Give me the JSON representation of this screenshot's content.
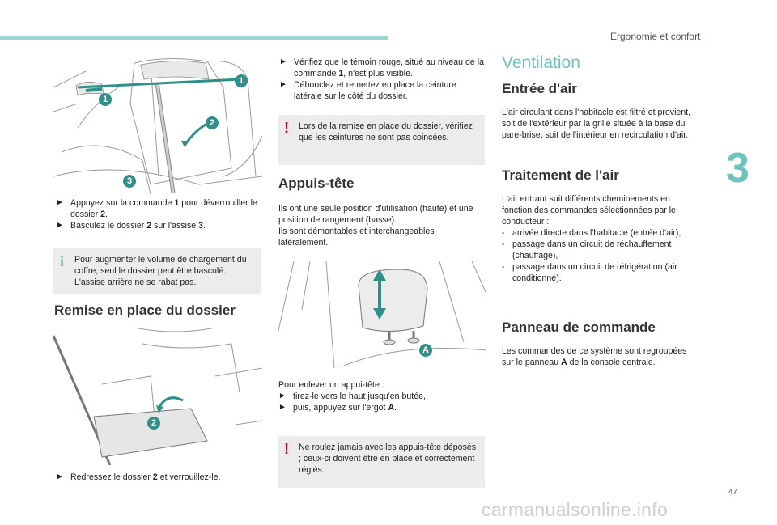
{
  "header": {
    "section": "Ergonomie et confort",
    "chapter": "3"
  },
  "footer": {
    "page": "47",
    "watermark": "carmanualsonline.info"
  },
  "col1": {
    "fig1_labels": [
      "1",
      "1",
      "2",
      "3"
    ],
    "bullets": [
      {
        "a": "Appuyez sur la commande ",
        "b": "1",
        "c": " pour déverrouiller le dossier ",
        "d": "2",
        "e": "."
      },
      {
        "a": "Basculez le dossier ",
        "b": "2",
        "c": " sur l'assise ",
        "d": "3",
        "e": "."
      }
    ],
    "note": "Pour augmenter le volume de chargement du coffre, seul le dossier peut être basculé. L'assise arrière ne se rabat pas.",
    "heading": "Remise en place du dossier",
    "fig2_label": "2",
    "bullet3": {
      "a": "Redressez le dossier ",
      "b": "2",
      "c": " et verrouillez-le."
    }
  },
  "col2": {
    "bullets": [
      {
        "a": "Vérifiez que le témoin rouge, situé au niveau de la commande ",
        "b": "1",
        "c": ", n'est plus visible."
      },
      {
        "a": "Débouclez et remettez en place la ceinture latérale sur le côté du dossier."
      }
    ],
    "warn1": "Lors de la remise en place du dossier, vérifiez que les ceintures ne sont pas coincées.",
    "heading": "Appuis-tête",
    "para1": "Ils ont une seule position d'utilisation (haute) et une position de rangement (basse).",
    "para2": "Ils sont démontables et interchangeables latéralement.",
    "fig_label": "A",
    "remove_intro": "Pour enlever un appui-tête :",
    "remove_bullets": [
      {
        "a": "tirez-le vers le haut jusqu'en butée,"
      },
      {
        "a": "puis, appuyez sur l'ergot ",
        "b": "A",
        "c": "."
      }
    ],
    "warn2": "Ne roulez jamais avec les appuis-tête déposés ; ceux-ci doivent être en place et correctement réglés."
  },
  "col3": {
    "title": "Ventilation",
    "h1": "Entrée d'air",
    "p1": "L'air circulant dans l'habitacle est filtré et provient, soit de l'extérieur par la grille située à la base du pare-brise, soit de l'intérieur en recirculation d'air.",
    "h2": "Traitement de l'air",
    "p2": "L'air entrant suit différents cheminements en fonction des commandes sélectionnées par le conducteur :",
    "dashes": [
      "arrivée directe dans l'habitacle (entrée d'air),",
      "passage dans un circuit de réchauffement (chauffage),",
      "passage dans un circuit de réfrigération (air conditionné)."
    ],
    "h3": "Panneau de commande",
    "p3a": "Les commandes de ce système sont regroupées sur le panneau ",
    "p3b": "A",
    "p3c": " de la console centrale."
  },
  "colors": {
    "accent": "#6fc3be",
    "warning": "#e3001b",
    "note_bg": "#ececec"
  },
  "icons": {
    "bullet": "arrow-bullet-icon",
    "info": "info-icon",
    "warning": "warning-icon"
  }
}
